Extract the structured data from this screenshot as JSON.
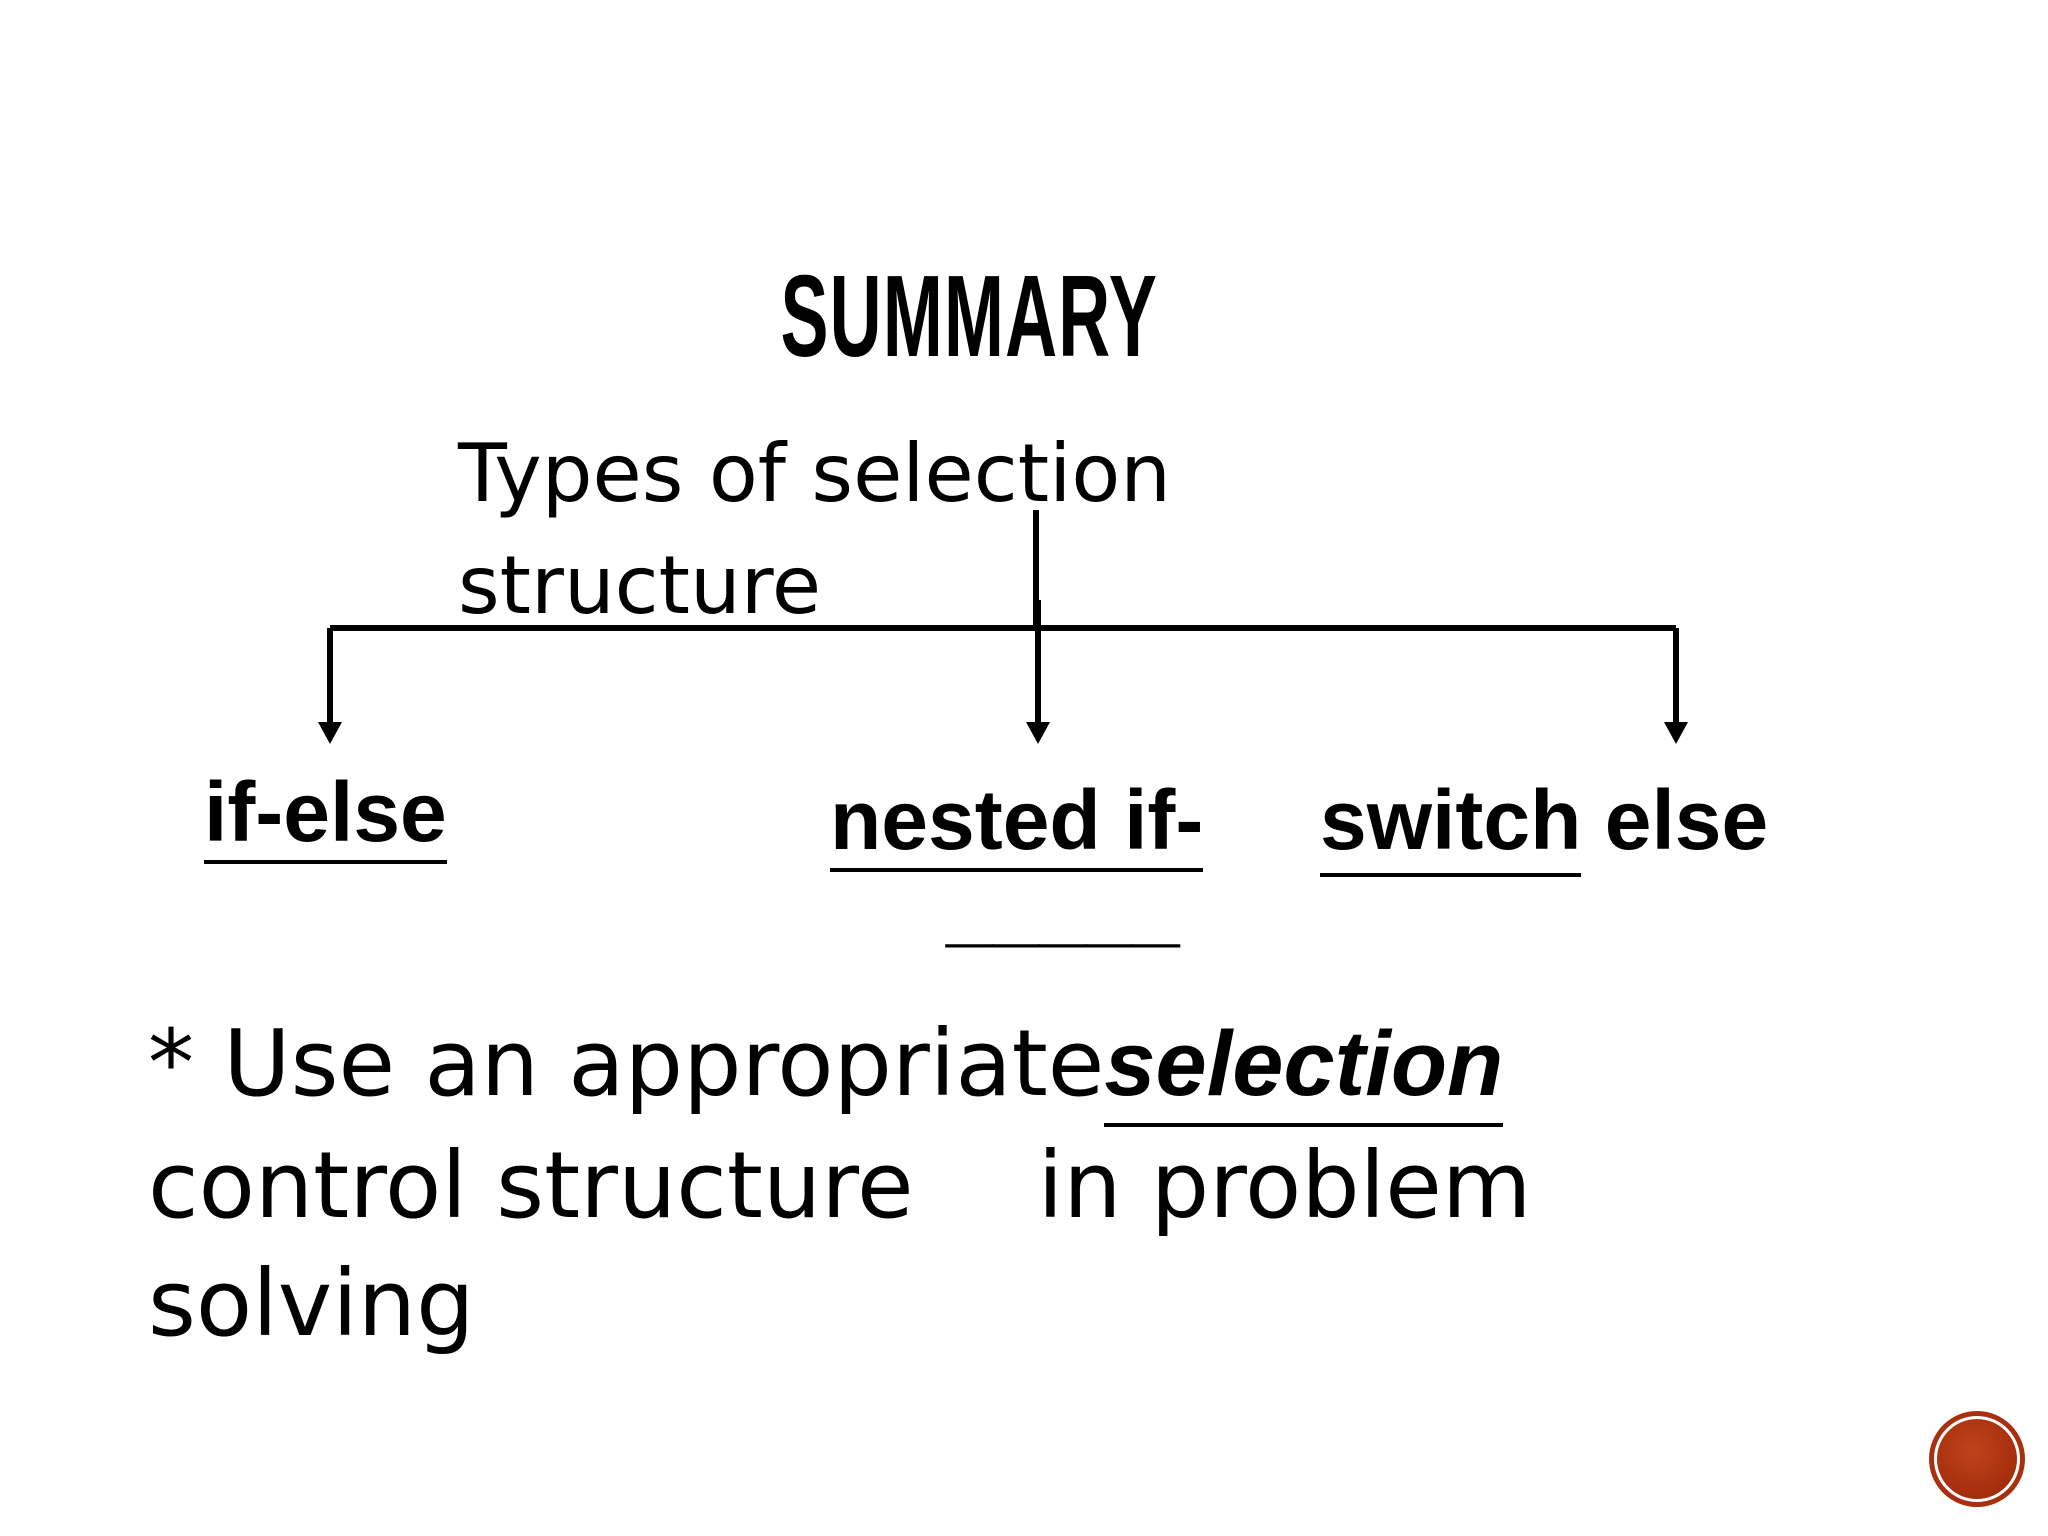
{
  "slide": {
    "title": "SUMMARY",
    "subtitle_line1": "Types of selection",
    "subtitle_line2": "structure"
  },
  "diagram": {
    "nodes": [
      {
        "label": "if-else"
      },
      {
        "label": "nested if-",
        "continuation": "_____"
      },
      {
        "label": "switch",
        "trailing": " else"
      }
    ]
  },
  "body": {
    "bullet": "*",
    "part1": " Use an appropriate",
    "keyword": " selection",
    "part2": "control structure",
    "part3": "in problem",
    "part4": "solving"
  },
  "colors": {
    "background": "#ffffff",
    "text": "#000000",
    "slide_number_badge": "#a8300e"
  }
}
